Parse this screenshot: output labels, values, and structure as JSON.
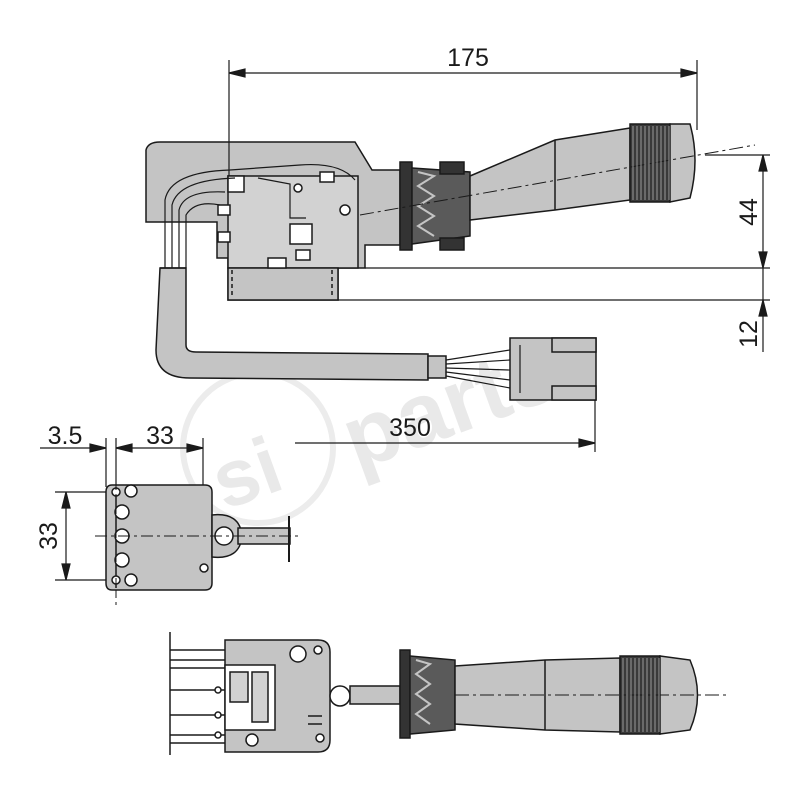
{
  "dimensions": {
    "overall_length": "175",
    "lever_height": "44",
    "body_offset": "12",
    "cable_length": "350",
    "flange_offset": "3.5",
    "body_width": "33",
    "body_height": "33"
  },
  "watermark": {
    "brand_prefix": "si",
    "brand_suffix": "parts"
  },
  "colors": {
    "part_fill": "#c4c4c4",
    "line": "#1a1a1a",
    "dark_detail": "#333333",
    "watermark": "#e9e9e9"
  }
}
